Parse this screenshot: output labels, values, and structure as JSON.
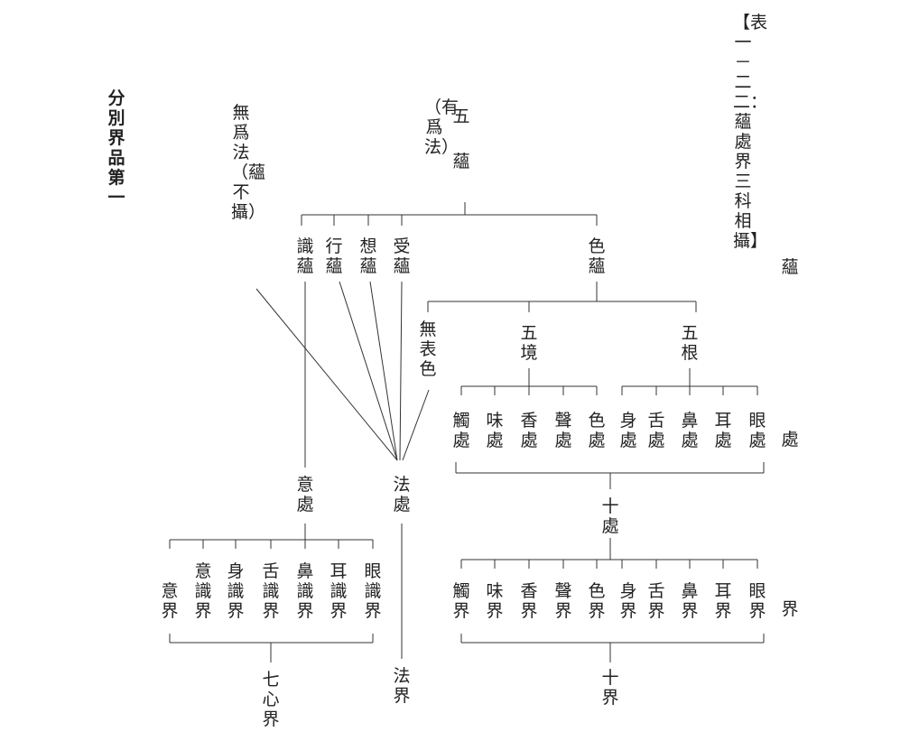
{
  "chapter": "分別界品第一",
  "table_title": "【表一－二二：蘊處界三科相攝】",
  "rows": {
    "skandha": "蘊",
    "ayatana": "處",
    "dhatu": "界"
  },
  "root": {
    "five": "五",
    "agg": "蘊",
    "paren": "（有爲法）"
  },
  "uncond": "無爲法（蘊不攝）",
  "aggregates": {
    "vijnana": "識蘊",
    "samskara": "行蘊",
    "samjna": "想蘊",
    "vedana": "受蘊",
    "rupa": "色蘊"
  },
  "rupa_sub": {
    "avijnapti": "無表色",
    "five_obj": "五境",
    "five_root": "五根"
  },
  "obj_ayatanas": [
    "觸處",
    "味處",
    "香處",
    "聲處",
    "色處"
  ],
  "root_ayatanas": [
    "身處",
    "舌處",
    "鼻處",
    "耳處",
    "眼處"
  ],
  "ten_ayatana": "十處",
  "mano_ayatana": "意處",
  "dharma_ayatana": "法處",
  "mind_dhatus": [
    "意界",
    "意識界",
    "身識界",
    "舌識界",
    "鼻識界",
    "耳識界",
    "眼識界"
  ],
  "seven_mind": "七心界",
  "dharma_dhatu": "法界",
  "dhatus": [
    "觸界",
    "味界",
    "香界",
    "聲界",
    "色界",
    "身界",
    "舌界",
    "鼻界",
    "耳界",
    "眼界"
  ],
  "ten_dhatu": "十界"
}
